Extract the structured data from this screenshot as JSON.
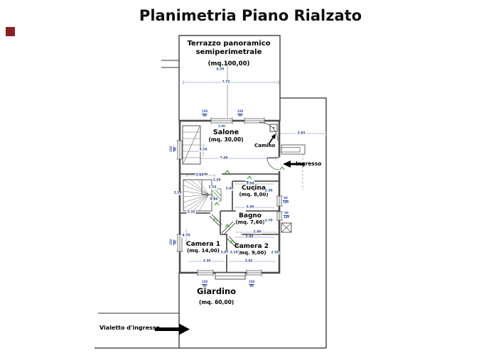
{
  "title": "Planimetria Piano Rialzato",
  "rooms": {
    "terrazzo": {
      "name": "Terrazzo panoramico semiperimetrale",
      "area": "(mq.100,00)"
    },
    "salone": {
      "name": "Salone",
      "area": "(mq. 30,00)"
    },
    "cucina": {
      "name": "Cucina",
      "area": "(mq. 8,00)"
    },
    "bagno": {
      "name": "Bagno",
      "area": "(mq. 7,60)"
    },
    "camera1": {
      "name": "Camera 1",
      "area": "(mq. 14,00)"
    },
    "camera2": {
      "name": "Camera 2",
      "area": "(mq. 9,00)"
    },
    "giardino": {
      "name": "Giardino",
      "area": "(mq. 60,00)"
    }
  },
  "annotations": {
    "camino": "Camino",
    "ingresso": "Ingresso",
    "vialetto": "Vialetto d'ingresso"
  },
  "dims": {
    "terrace_655": "6.55",
    "terrace_772": "7.72",
    "boundary_385": "3.85",
    "salone_740": "7.40",
    "salone_418": "4.18",
    "stair_260": "2.60",
    "stair_120": "1.20",
    "stair_210": "2.10",
    "stair_116": "1.16",
    "stair_240": "2.40",
    "stair_096": "0.96",
    "stair_232": "2.32",
    "cucina_350a": "3.50",
    "cucina_230": "2.30",
    "cucina_350b": "3.50",
    "bagno_270": "2.70",
    "bagno_240": "2.40",
    "camera2_245": "2.45",
    "camera1_470": "4.70",
    "camera1_397": "3.97",
    "camera2_310": "3.10",
    "camera2_250": "2.50",
    "camera1_330": "3.30",
    "camera2_342": "3.42"
  },
  "window_labels": {
    "top1": {
      "w": "150",
      "h": "90"
    },
    "top2": {
      "w": "150",
      "h": "90"
    },
    "mid": "1.96",
    "bot1": {
      "w": "150",
      "h": "90"
    },
    "bot2": {
      "w": "150",
      "h": "90"
    },
    "right1": {
      "w": "60",
      "h": "140"
    },
    "right2": {
      "w": "60",
      "h": "140"
    },
    "left1": {
      "w": "150",
      "h": "90"
    },
    "left2": {
      "w": "150",
      "h": "90"
    }
  },
  "colors": {
    "wall": "#4b4b4b",
    "boundary": "#2f2f2f",
    "dimension": "#27408b",
    "window_label": "#3050b0",
    "fixture_green": "#2e9b2e",
    "marker_red": "#8b2024",
    "title_text": "#0d0d12"
  }
}
